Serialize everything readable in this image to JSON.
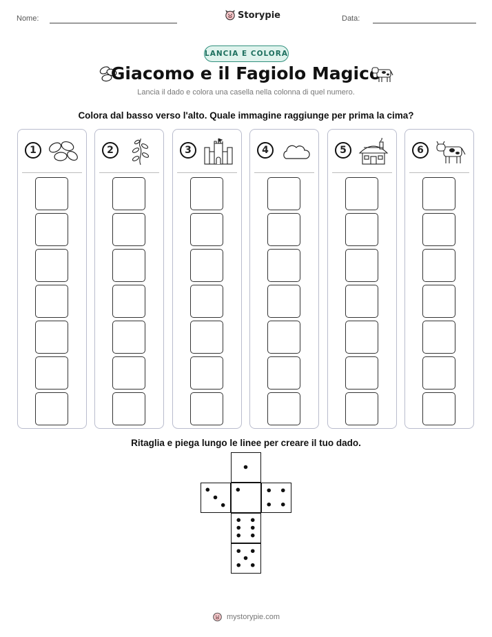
{
  "header": {
    "name_label": "Nome:",
    "date_label": "Data:",
    "brand": "Storypie",
    "brand_icon": "pig-face-icon"
  },
  "badge": "LANCIA E COLORA",
  "title": "Giacomo e il Fagiolo Magico",
  "title_icons": [
    "beans-icon",
    "cow-icon"
  ],
  "subtitle": "Lancia il dado e colora una casella nella colonna di quel numero.",
  "instruction": "Colora dal basso verso l'alto. Quale immagine raggiunge per prima la cima?",
  "columns": [
    {
      "number": "1",
      "icon": "beans-icon"
    },
    {
      "number": "2",
      "icon": "beanstalk-icon"
    },
    {
      "number": "3",
      "icon": "castle-icon"
    },
    {
      "number": "4",
      "icon": "cloud-icon"
    },
    {
      "number": "5",
      "icon": "cottage-icon"
    },
    {
      "number": "6",
      "icon": "cow-icon"
    }
  ],
  "boxes_per_column": 7,
  "dice_instruction": "Ritaglia e piega lungo le linee per creare il tuo dado.",
  "dice_faces": [
    1,
    3,
    1,
    4,
    6,
    5
  ],
  "footer": "mystorypie.com"
}
